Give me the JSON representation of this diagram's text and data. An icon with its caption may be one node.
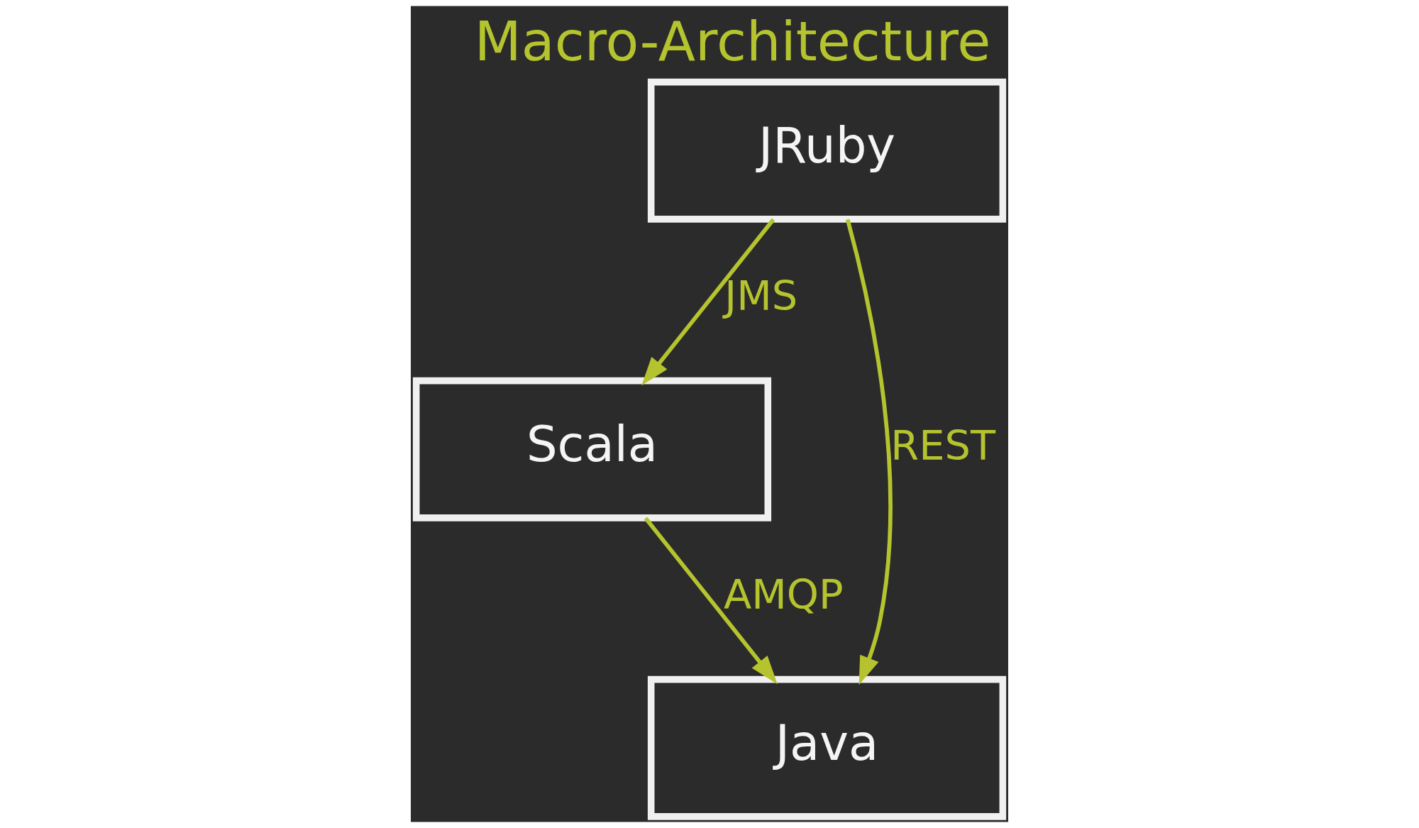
{
  "diagram": {
    "title": "Macro-Architecture",
    "nodes": [
      {
        "text": [
          "JRuby"
        ]
      },
      {
        "text": [
          "Scala"
        ]
      },
      {
        "text": [
          "Java"
        ]
      }
    ],
    "edges": [
      {
        "from": 0,
        "to": 1,
        "arrow": "to",
        "label": "JMS"
      },
      {
        "from": 0,
        "to": 2,
        "arrow": "to",
        "label": "REST"
      },
      {
        "from": 1,
        "to": 2,
        "arrow": "to",
        "label": "AMQP"
      }
    ]
  }
}
